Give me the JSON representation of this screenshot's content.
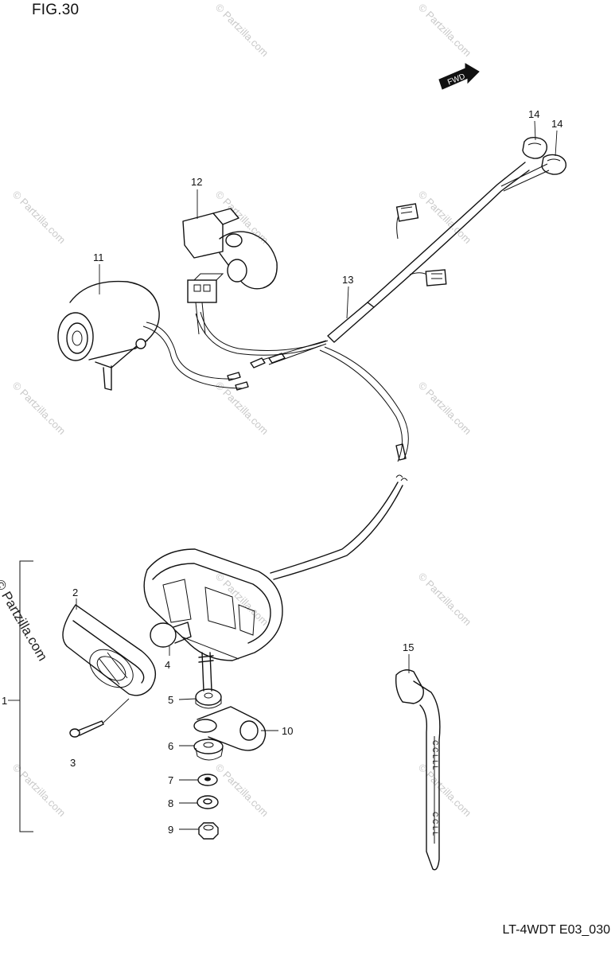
{
  "figure": {
    "title": "FIG.30",
    "model_code": "LT-4WDT E03_030",
    "fwd_label": "FWD",
    "watermark": "© Partzilla.com",
    "side_watermark": "© Partzilla.com"
  },
  "callouts": [
    {
      "id": "callout-1",
      "label": "1"
    },
    {
      "id": "callout-2",
      "label": "2"
    },
    {
      "id": "callout-3",
      "label": "3"
    },
    {
      "id": "callout-4",
      "label": "4"
    },
    {
      "id": "callout-5",
      "label": "5"
    },
    {
      "id": "callout-6",
      "label": "6"
    },
    {
      "id": "callout-7",
      "label": "7"
    },
    {
      "id": "callout-8",
      "label": "8"
    },
    {
      "id": "callout-9",
      "label": "9"
    },
    {
      "id": "callout-10",
      "label": "10"
    },
    {
      "id": "callout-11",
      "label": "11"
    },
    {
      "id": "callout-12",
      "label": "12"
    },
    {
      "id": "callout-13",
      "label": "13"
    },
    {
      "id": "callout-14a",
      "label": "14"
    },
    {
      "id": "callout-14b",
      "label": "14"
    },
    {
      "id": "callout-15",
      "label": "15"
    }
  ],
  "colors": {
    "line": "#111111",
    "watermark": "#c9c9c9",
    "background": "#ffffff"
  }
}
